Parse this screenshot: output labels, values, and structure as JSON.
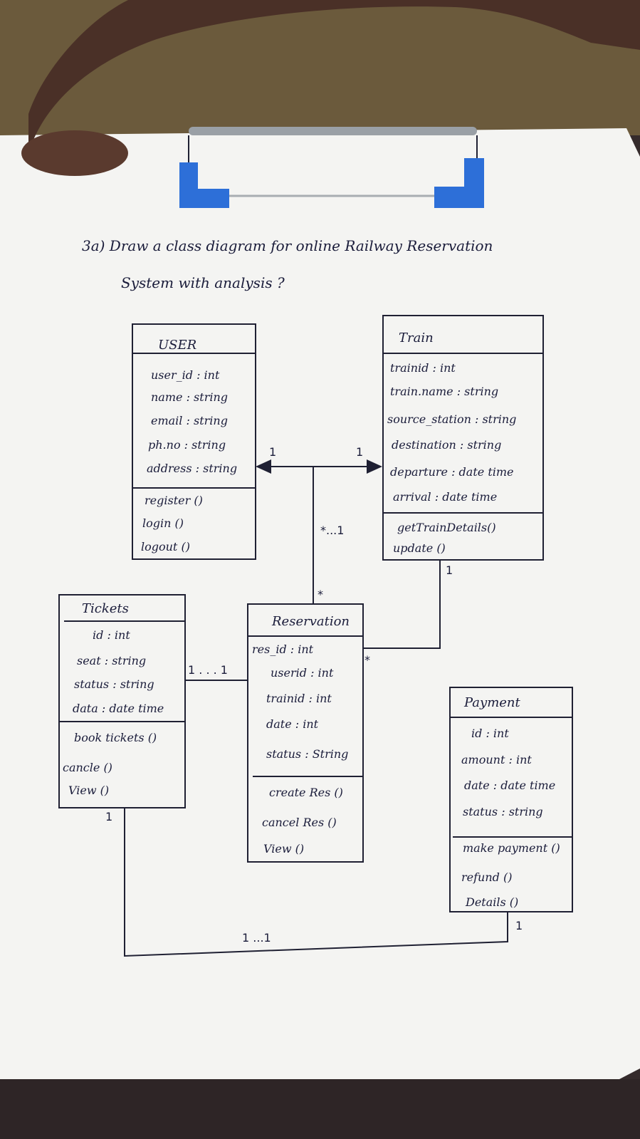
{
  "question": {
    "line1": "3a) Draw a class diagram for online Railway Reservation",
    "line2": "System with analysis ?"
  },
  "classes": {
    "user": {
      "name": "USER",
      "attributes": [
        "user_id : int",
        "name : string",
        "email : string",
        "ph.no : string",
        "address : string"
      ],
      "methods": [
        "register ()",
        "login ()",
        "logout ()"
      ]
    },
    "train": {
      "name": "Train",
      "attributes": [
        "trainid : int",
        "train.name : string",
        "source_station : string",
        "destination : string",
        "departure : date time",
        "arrival : date time"
      ],
      "methods": [
        "getTrainDetails()",
        "update ()"
      ]
    },
    "tickets": {
      "name": "Tickets",
      "attributes": [
        "id : int",
        "seat : string",
        "status : string",
        "data : date time"
      ],
      "methods": [
        "book tickets ()",
        "cancle ()",
        "View ()"
      ]
    },
    "reservation": {
      "name": "Reservation",
      "attributes": [
        "res_id : int",
        "userid : int",
        "trainid : int",
        "date : int",
        "status : String"
      ],
      "methods": [
        "create Res ()",
        "cancel Res ()",
        "View ()"
      ]
    },
    "payment": {
      "name": "Payment",
      "attributes": [
        "id : int",
        "amount : int",
        "date : date time",
        "status : string"
      ],
      "methods": [
        "make payment ()",
        "refund ()",
        "Details ()"
      ]
    }
  },
  "multiplicities": {
    "user_end": "1",
    "train_end": "1",
    "res_user_train": "*...1",
    "res_top": "*",
    "train_bottom": "1",
    "res_train": "*",
    "tickets_res": "1 . . . 1",
    "tickets_bottom": "1",
    "payment_bottom": "1",
    "tickets_payment": "1 ...1"
  }
}
